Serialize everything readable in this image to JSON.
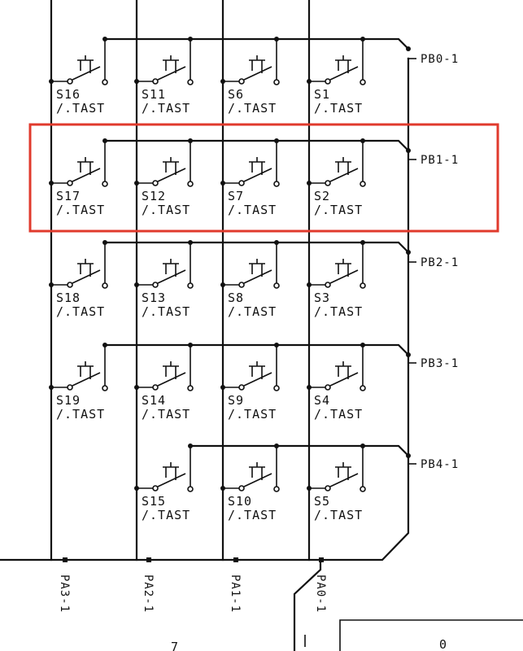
{
  "rows": [
    {
      "label": "PB0-1",
      "switches": [
        {
          "name": "S16",
          "type": "/.TAST"
        },
        {
          "name": "S11",
          "type": "/.TAST"
        },
        {
          "name": "S6",
          "type": "/.TAST"
        },
        {
          "name": "S1",
          "type": "/.TAST"
        }
      ]
    },
    {
      "label": "PB1-1",
      "switches": [
        {
          "name": "S17",
          "type": "/.TAST"
        },
        {
          "name": "S12",
          "type": "/.TAST"
        },
        {
          "name": "S7",
          "type": "/.TAST"
        },
        {
          "name": "S2",
          "type": "/.TAST"
        }
      ]
    },
    {
      "label": "PB2-1",
      "switches": [
        {
          "name": "S18",
          "type": "/.TAST"
        },
        {
          "name": "S13",
          "type": "/.TAST"
        },
        {
          "name": "S8",
          "type": "/.TAST"
        },
        {
          "name": "S3",
          "type": "/.TAST"
        }
      ]
    },
    {
      "label": "PB3-1",
      "switches": [
        {
          "name": "S19",
          "type": "/.TAST"
        },
        {
          "name": "S14",
          "type": "/.TAST"
        },
        {
          "name": "S9",
          "type": "/.TAST"
        },
        {
          "name": "S4",
          "type": "/.TAST"
        }
      ]
    },
    {
      "label": "PB4-1",
      "switches": [
        {
          "name": "",
          "type": ""
        },
        {
          "name": "S15",
          "type": "/.TAST"
        },
        {
          "name": "S10",
          "type": "/.TAST"
        },
        {
          "name": "S5",
          "type": "/.TAST"
        }
      ]
    }
  ],
  "columns": [
    "PA3-1",
    "PA2-1",
    "PA1-1",
    "PA0-1"
  ],
  "partial_labels": {
    "bottom_mid": "7",
    "bottom_right": "0"
  },
  "highlight": {
    "row_label": "PB1-1",
    "color": "#e03a2c"
  }
}
